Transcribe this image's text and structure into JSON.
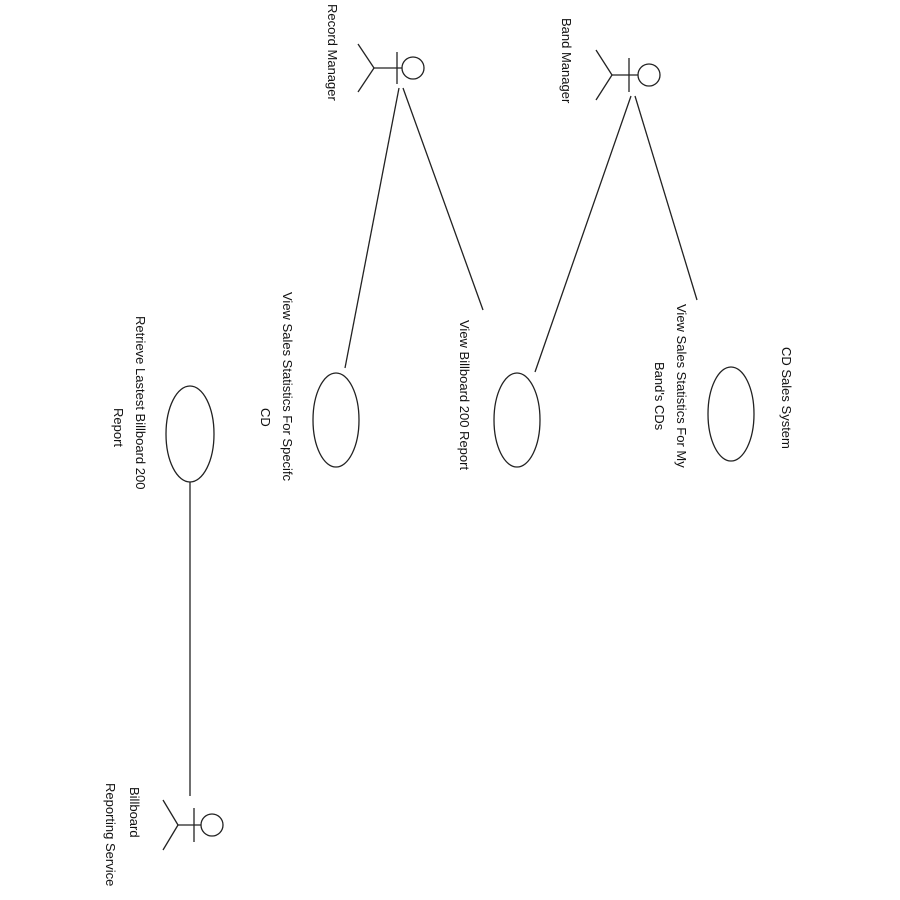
{
  "diagram": {
    "type": "use-case",
    "system": {
      "name": "CD Sales System"
    },
    "actors": {
      "record_manager": "Record Manager",
      "band_manager": "Band Manager",
      "billboard_service": {
        "line1": "Billboard",
        "line2": "Reporting Service"
      }
    },
    "use_cases": {
      "band_sales": {
        "line1": "View Sales Statistics For My",
        "line2": "Band's CDs"
      },
      "billboard_200": {
        "line1": "View Billboard 200 Report"
      },
      "cd_sales": {
        "line1": "View Sales Statistics For Specifc",
        "line2": "CD"
      },
      "latest_billboard": {
        "line1": "Retrieve Lastest Billboard 200",
        "line2": "Report"
      }
    },
    "associations": [
      {
        "from": "Record Manager",
        "to": "View Sales Statistics For Specifc CD"
      },
      {
        "from": "Record Manager",
        "to": "View Billboard 200 Report"
      },
      {
        "from": "Band Manager",
        "to": "View Billboard 200 Report"
      },
      {
        "from": "Band Manager",
        "to": "View Sales Statistics For My Band's CDs"
      },
      {
        "from": "Billboard Reporting Service",
        "to": "Retrieve Lastest Billboard 200 Report"
      }
    ]
  }
}
